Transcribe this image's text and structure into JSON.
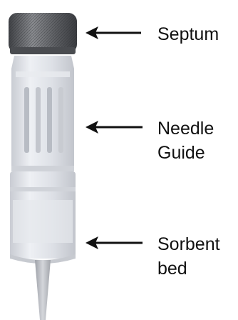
{
  "labels": {
    "septum": [
      "Septum"
    ],
    "needle_guide": [
      "Needle",
      "Guide"
    ],
    "sorbent_bed": [
      "Sorbent",
      "bed"
    ]
  },
  "colors": {
    "text": "#111111",
    "arrow": "#111111",
    "septum_cap": "#5c5e62",
    "body_plastic": "#dcdfe6",
    "tip": "#b9bcc2",
    "background": "#ffffff"
  }
}
